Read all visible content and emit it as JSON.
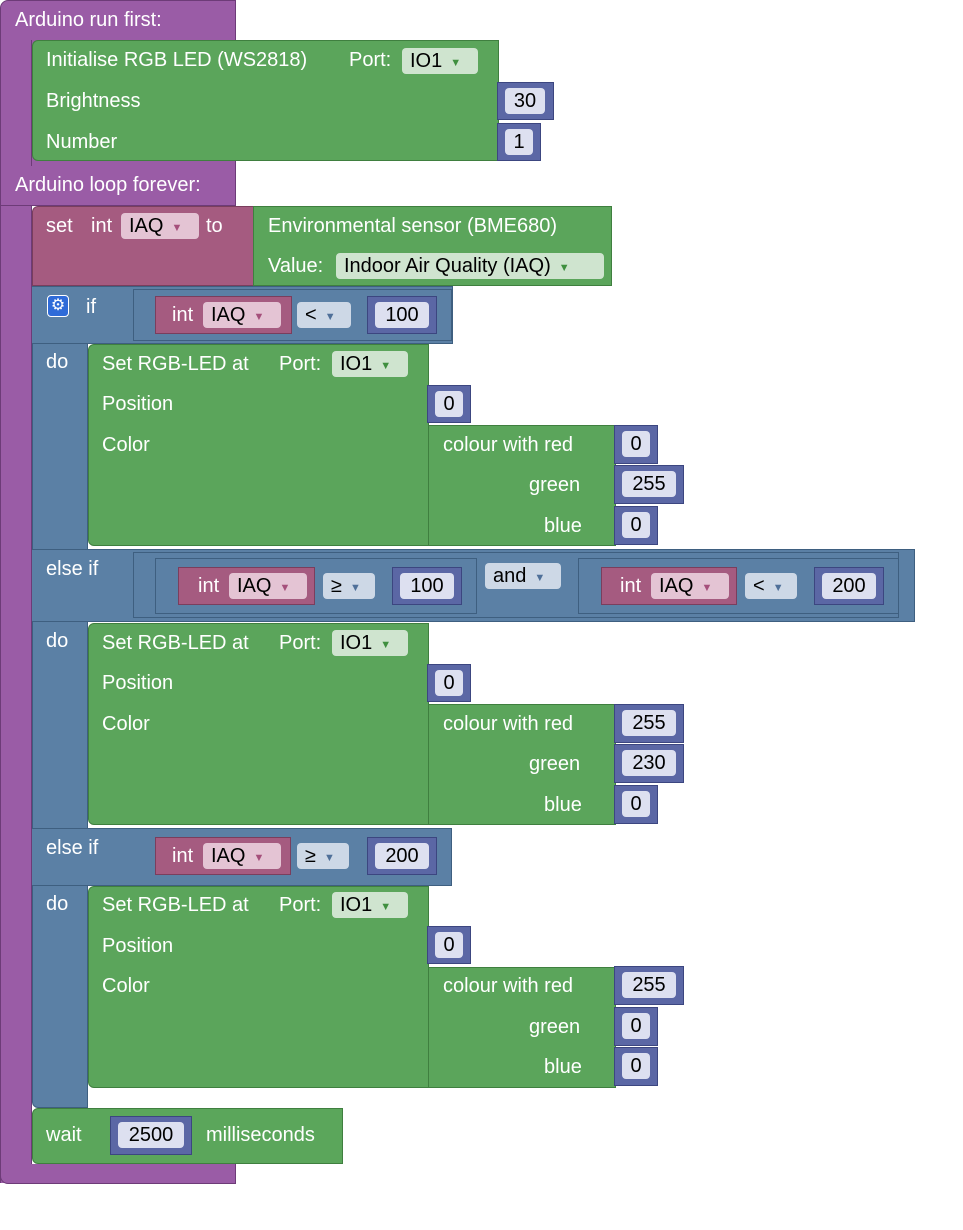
{
  "setup": {
    "title": "Arduino run first:",
    "init_block": {
      "label": "Initialise RGB LED (WS2818)",
      "port_label": "Port:",
      "port_value": "IO1",
      "brightness_label": "Brightness",
      "brightness_value": "30",
      "number_label": "Number",
      "number_value": "1"
    }
  },
  "loop": {
    "title": "Arduino loop forever:",
    "set_block": {
      "set_label": "set",
      "type_label": "int",
      "var_value": "IAQ",
      "to_label": "to",
      "sensor_label": "Environmental sensor (BME680)",
      "value_label": "Value:",
      "value_option": "Indoor Air Quality (IAQ)"
    },
    "if_block": {
      "if_label": "if",
      "do_label": "do",
      "else_if_label": "else if",
      "gear_glyph": "⚙",
      "cond1": {
        "type": "int",
        "var": "IAQ",
        "op": "<",
        "value": "100"
      },
      "cond2": {
        "left": {
          "type": "int",
          "var": "IAQ",
          "op": "≥",
          "value": "100"
        },
        "logic": "and",
        "right": {
          "type": "int",
          "var": "IAQ",
          "op": "<",
          "value": "200"
        }
      },
      "cond3": {
        "type": "int",
        "var": "IAQ",
        "op": "≥",
        "value": "200"
      }
    },
    "led_blocks": [
      {
        "label": "Set RGB-LED at",
        "port_label": "Port:",
        "port_value": "IO1",
        "position_label": "Position",
        "position_value": "0",
        "color_label": "Color",
        "colour_label": "colour with red",
        "green_label": "green",
        "blue_label": "blue",
        "red": "0",
        "green": "255",
        "blue": "0"
      },
      {
        "label": "Set RGB-LED at",
        "port_label": "Port:",
        "port_value": "IO1",
        "position_label": "Position",
        "position_value": "0",
        "color_label": "Color",
        "colour_label": "colour with red",
        "green_label": "green",
        "blue_label": "blue",
        "red": "255",
        "green": "230",
        "blue": "0"
      },
      {
        "label": "Set RGB-LED at",
        "port_label": "Port:",
        "port_value": "IO1",
        "position_label": "Position",
        "position_value": "0",
        "color_label": "Color",
        "colour_label": "colour with red",
        "green_label": "green",
        "blue_label": "blue",
        "red": "255",
        "green": "0",
        "blue": "0"
      }
    ],
    "wait_block": {
      "label": "wait",
      "value": "2500",
      "unit": "milliseconds"
    }
  },
  "colors": {
    "procedure": "#9a5ca6",
    "io": "#5ba55b",
    "logic": "#5b80a5",
    "variable": "#a55b80",
    "math": "#5b67a5"
  }
}
